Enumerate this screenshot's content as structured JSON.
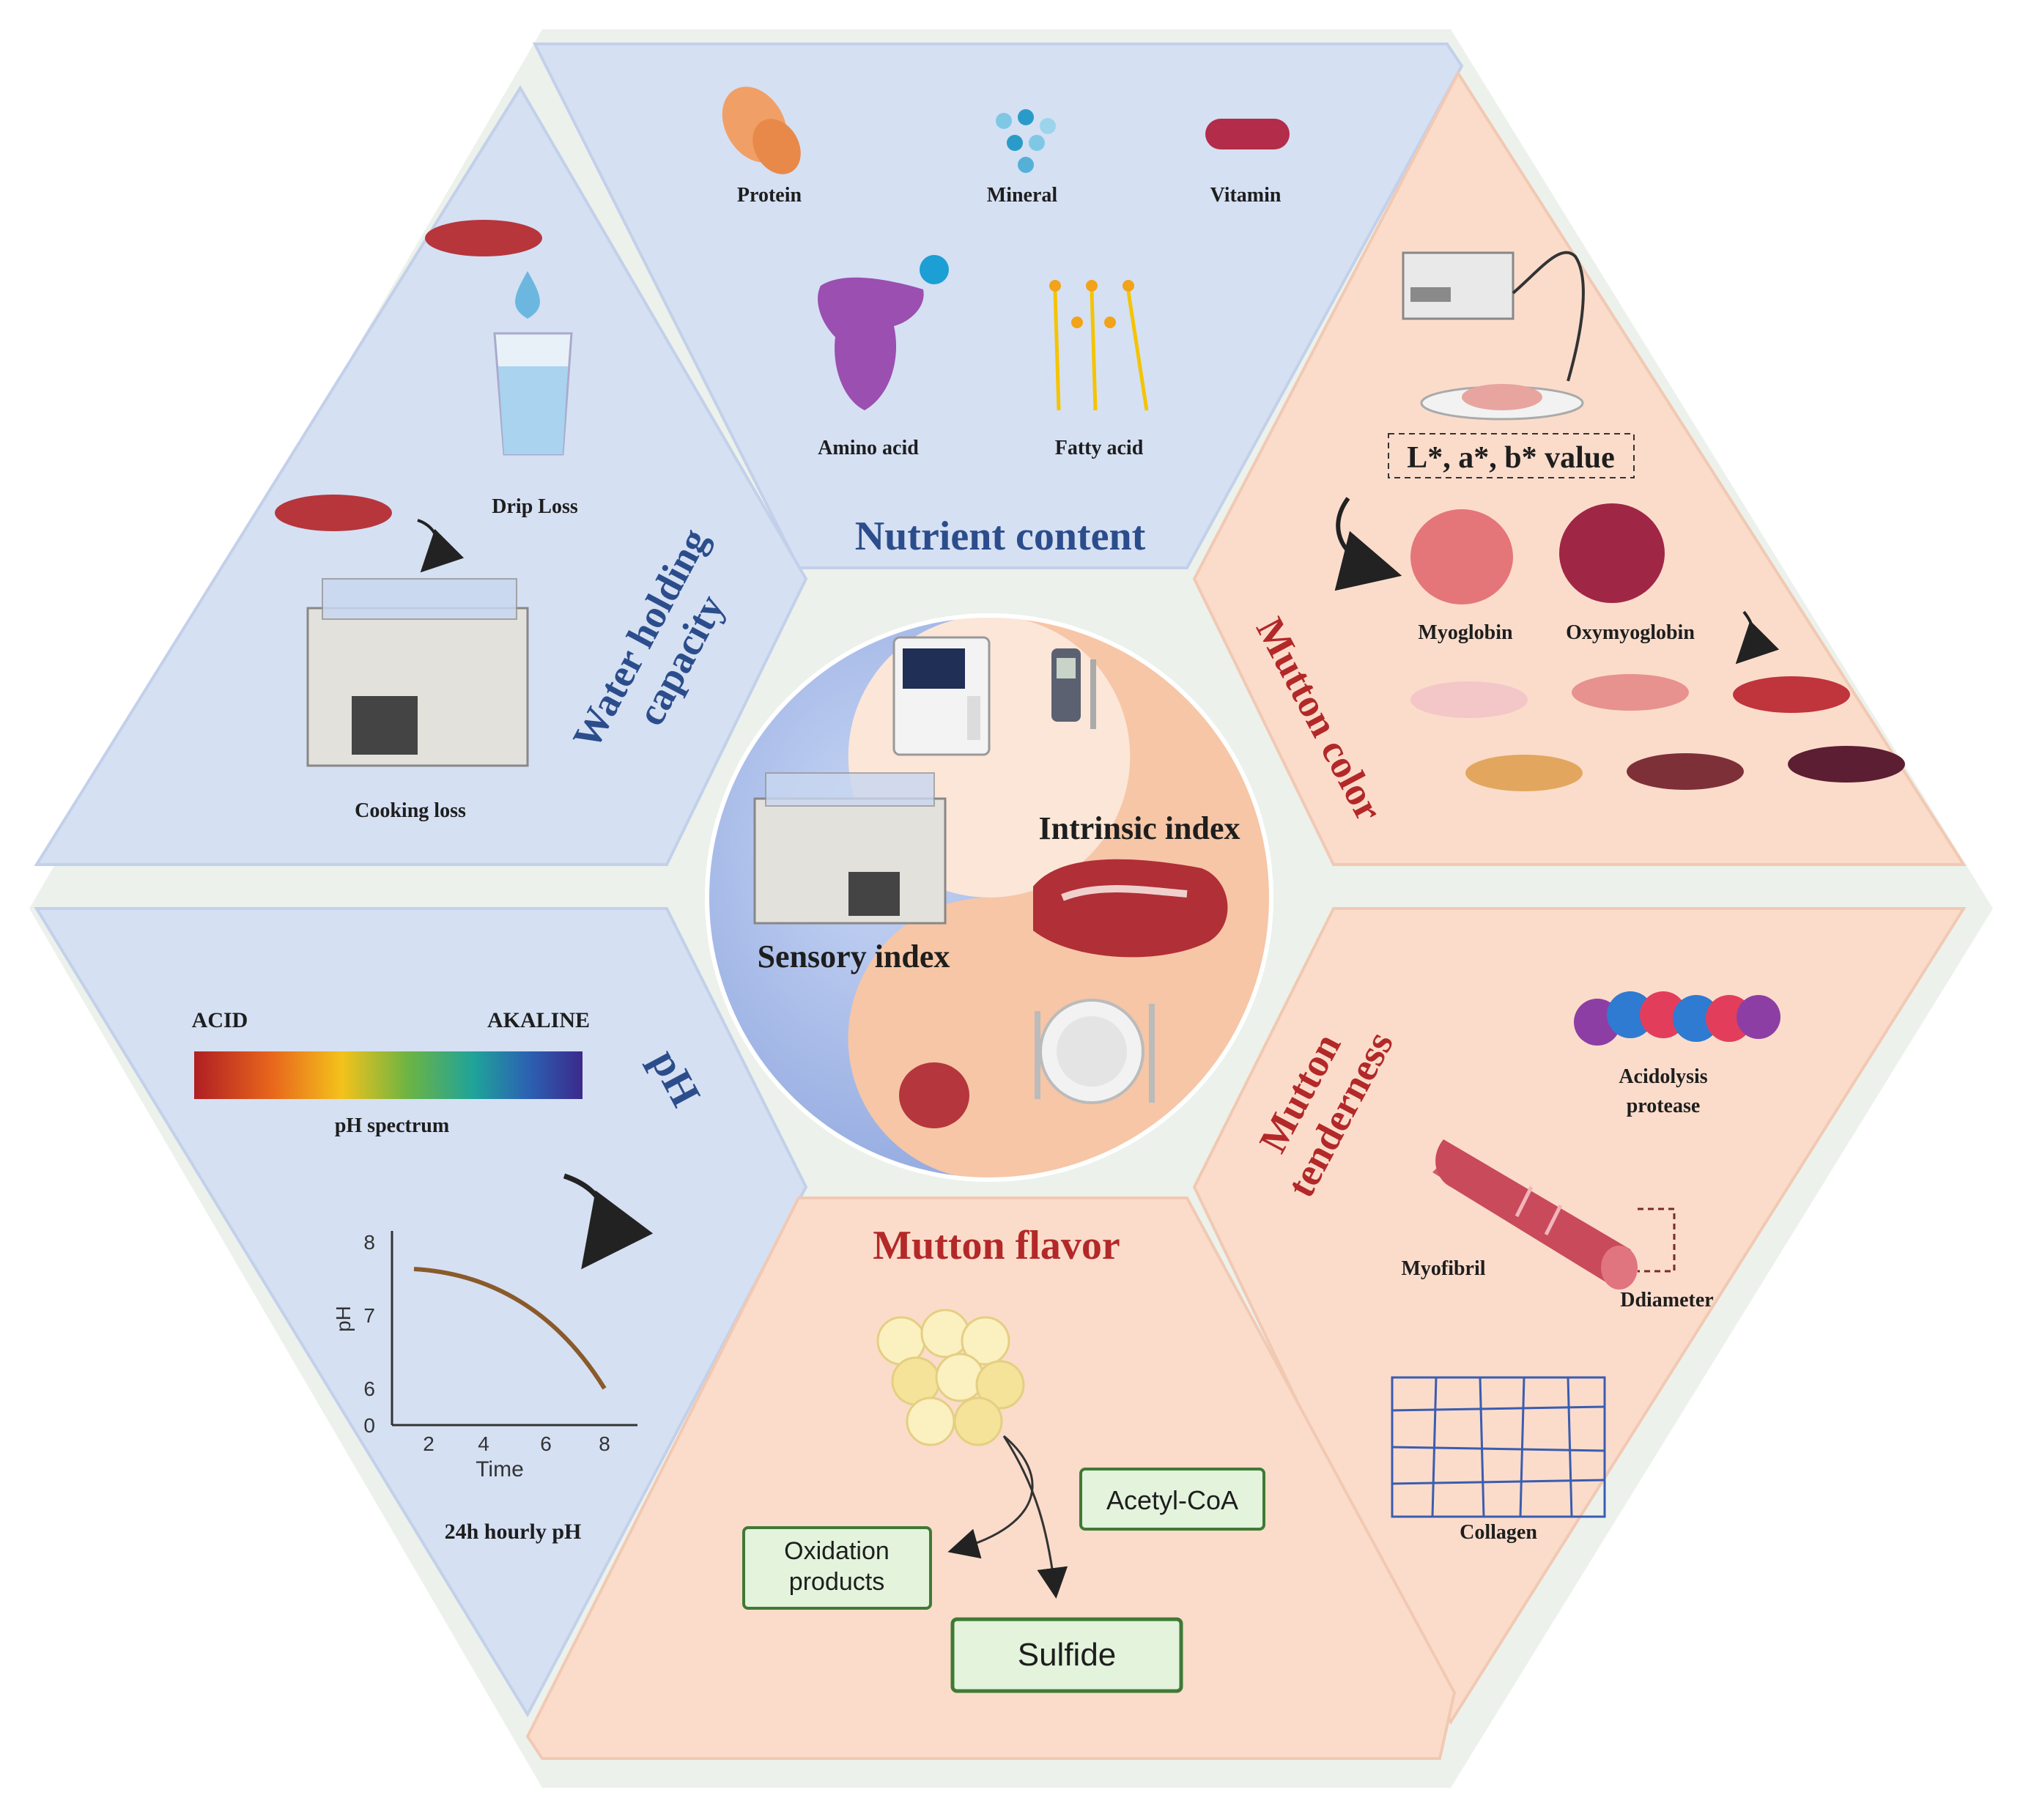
{
  "colors": {
    "blue_panel": "#d5e0f3",
    "peach_panel": "#fbdccb",
    "blue_title": "#2b4d8c",
    "red_title": "#b32828",
    "green_box": "#e3f3dc",
    "green_border": "#3f7a34"
  },
  "center": {
    "sensory": "Sensory index",
    "intrinsic": "Intrinsic index"
  },
  "nutrient": {
    "title": "Nutrient content",
    "protein": "Protein",
    "mineral": "Mineral",
    "vitamin": "Vitamin",
    "amino": "Amino acid",
    "fatty": "Fatty acid"
  },
  "water": {
    "title_line1": "Water holding",
    "title_line2": "capacity",
    "drip": "Drip Loss",
    "cooking": "Cooking loss"
  },
  "color_panel": {
    "title": "Mutton color",
    "lab": "L*, a*, b* value",
    "myoglobin": "Myoglobin",
    "oxymyoglobin": "Oxymyoglobin"
  },
  "ph": {
    "title": "pH",
    "acid": "ACID",
    "alkaline": "AKALINE",
    "spectrum": "pH spectrum",
    "hourly": "24h hourly pH",
    "chart": {
      "ylabel": "pH",
      "xlabel": "Time",
      "yticks": [
        "8",
        "7",
        "6",
        "0"
      ],
      "xticks": [
        "2",
        "4",
        "6",
        "8"
      ]
    }
  },
  "flavor": {
    "title": "Mutton flavor",
    "acetyl": "Acetyl-CoA",
    "oxid_line1": "Oxidation",
    "oxid_line2": "products",
    "sulfide": "Sulfide"
  },
  "tenderness": {
    "title_line1": "Mutton",
    "title_line2": "tenderness",
    "acid_line1": "Acidolysis",
    "acid_line2": "protease",
    "myofibril": "Myofibril",
    "diameter": "Ddiameter",
    "collagen": "Collagen"
  }
}
